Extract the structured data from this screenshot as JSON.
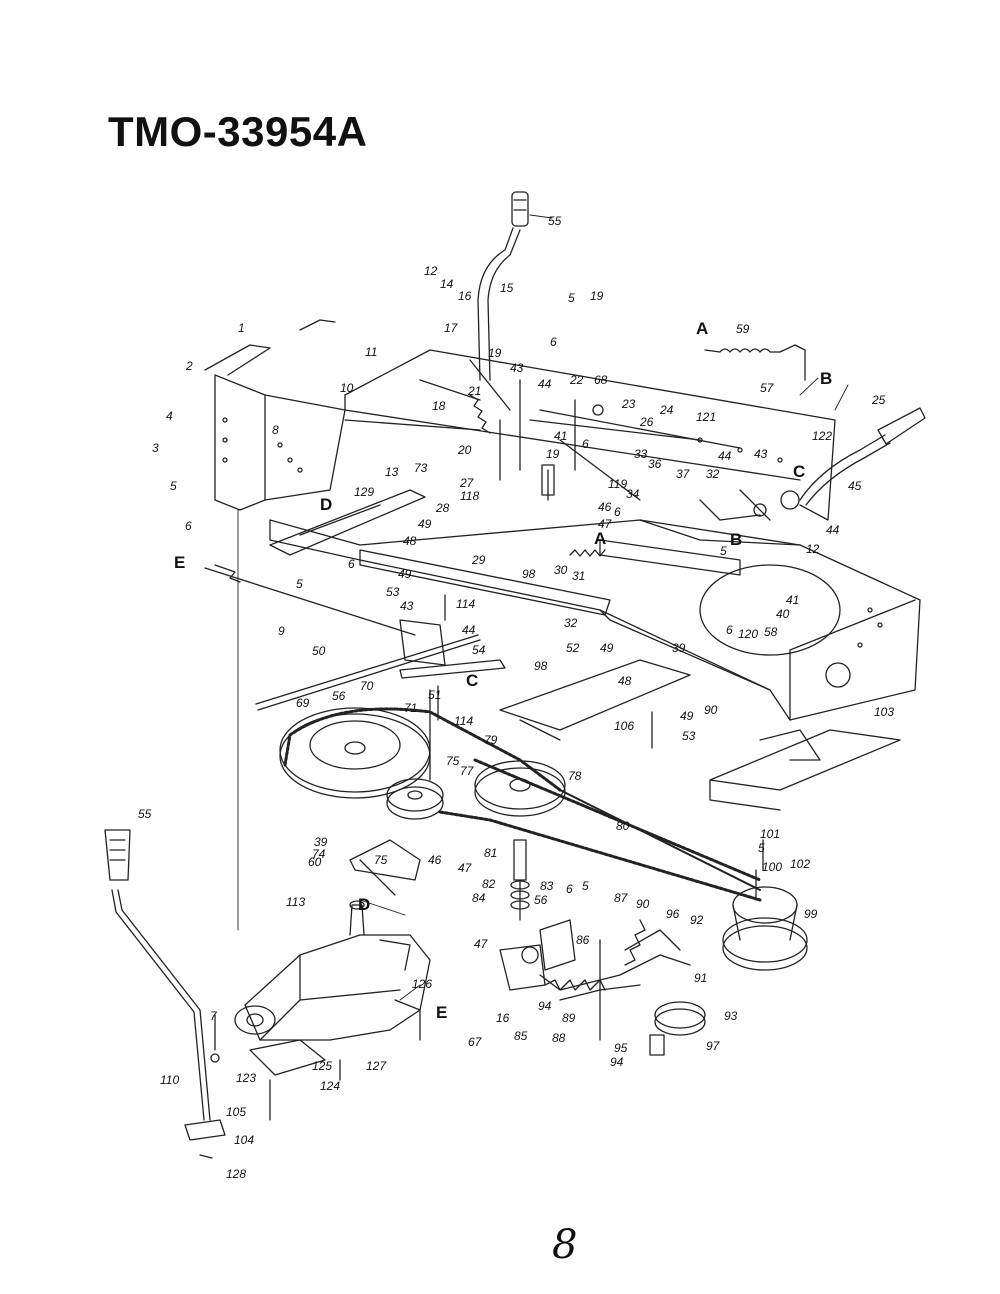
{
  "title": "TMO-33954A",
  "page_number": "8",
  "labels": {
    "p1": "1",
    "p2": "2",
    "p3": "3",
    "p4": "4",
    "p5a": "5",
    "p6a": "6",
    "p8": "8",
    "p9": "9",
    "p10": "10",
    "p11": "11",
    "p12a": "12",
    "p13": "13",
    "p14": "14",
    "p15": "15",
    "p16a": "16",
    "p17": "17",
    "p18": "18",
    "p19a": "19",
    "p20": "20",
    "p21": "21",
    "p5b": "5",
    "p19b": "19",
    "p6b": "6",
    "p55a": "55",
    "p59": "59",
    "p57": "57",
    "p25": "25",
    "p122": "122",
    "p45": "45",
    "p22": "22",
    "p68": "68",
    "p23": "23",
    "p24": "24",
    "p26": "26",
    "p121": "121",
    "p43a": "43",
    "p44a": "44",
    "p41a": "41",
    "p6c": "6",
    "p19c": "19",
    "p119": "119",
    "p27": "27",
    "p118": "118",
    "p28": "28",
    "p46a": "46",
    "p47a": "47",
    "p33": "33",
    "p36": "36",
    "p37": "37",
    "p32a": "32",
    "p44b": "44",
    "p43b": "43",
    "p44c": "44",
    "p12b": "12",
    "p34": "34",
    "p6d": "6",
    "p5c": "5",
    "p129": "129",
    "p73": "73",
    "p49a": "49",
    "p48a": "48",
    "p29": "29",
    "p30": "30",
    "p31": "31",
    "p98a": "98",
    "p32b": "32",
    "p5d": "5",
    "p6e": "6",
    "p53a": "53",
    "p49b": "49",
    "p114a": "114",
    "p43c": "43",
    "p44d": "44",
    "p54": "54",
    "p98b": "98",
    "p52": "52",
    "p49c": "49",
    "p48b": "48",
    "p39a": "39",
    "p6f": "6",
    "p120": "120",
    "p58": "58",
    "p40": "40",
    "p41b": "41",
    "p50": "50",
    "p51": "51",
    "p71": "71",
    "p114b": "114",
    "p69": "69",
    "p56a": "56",
    "p70": "70",
    "p79": "79",
    "p75a": "75",
    "p77": "77",
    "p78": "78",
    "p106": "106",
    "p90a": "90",
    "p49d": "49",
    "p53b": "53",
    "p103": "103",
    "p39b": "39",
    "p60": "60",
    "p74": "74",
    "p75b": "75",
    "p46b": "46",
    "p47b": "47",
    "p80": "80",
    "p81": "81",
    "p82": "82",
    "p83": "83",
    "p84": "84",
    "p56b": "56",
    "p6g": "6",
    "p5e": "5",
    "p87": "87",
    "p101": "101",
    "p5f": "5",
    "p102": "102",
    "p100": "100",
    "p99": "99",
    "p55b": "55",
    "p113": "113",
    "p47c": "47",
    "p86": "86",
    "p90b": "90",
    "p96": "96",
    "p92": "92",
    "p91": "91",
    "p126": "126",
    "p7": "7",
    "p16b": "16",
    "p67": "67",
    "p85": "85",
    "p94a": "94",
    "p89": "89",
    "p88": "88",
    "p93": "93",
    "p95": "95",
    "p97": "97",
    "p94b": "94",
    "p123": "123",
    "p125": "125",
    "p124": "124",
    "p127": "127",
    "p110": "110",
    "p105": "105",
    "p104": "104",
    "p128": "128"
  },
  "callouts": {
    "A_top": "A",
    "B_top": "B",
    "C_right": "C",
    "D_left": "D",
    "E_left": "E",
    "A_mid": "A",
    "B_mid": "B",
    "C_mid": "C",
    "D_low": "D",
    "E_low": "E"
  }
}
